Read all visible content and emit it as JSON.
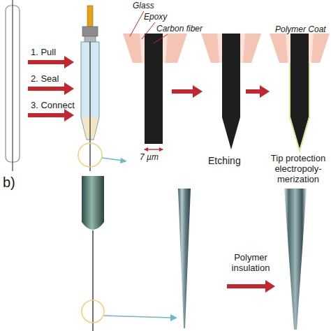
{
  "diagram": {
    "labels": [
      "1. Pull",
      "2. Seal",
      "3. Connect",
      "Glass",
      "Epoxy",
      "Carbon fiber",
      "Polymer Coat",
      "7 µm",
      "Etching",
      "Tip protection electropoly-merization",
      "b)",
      "Polymer insulation"
    ]
  }
}
